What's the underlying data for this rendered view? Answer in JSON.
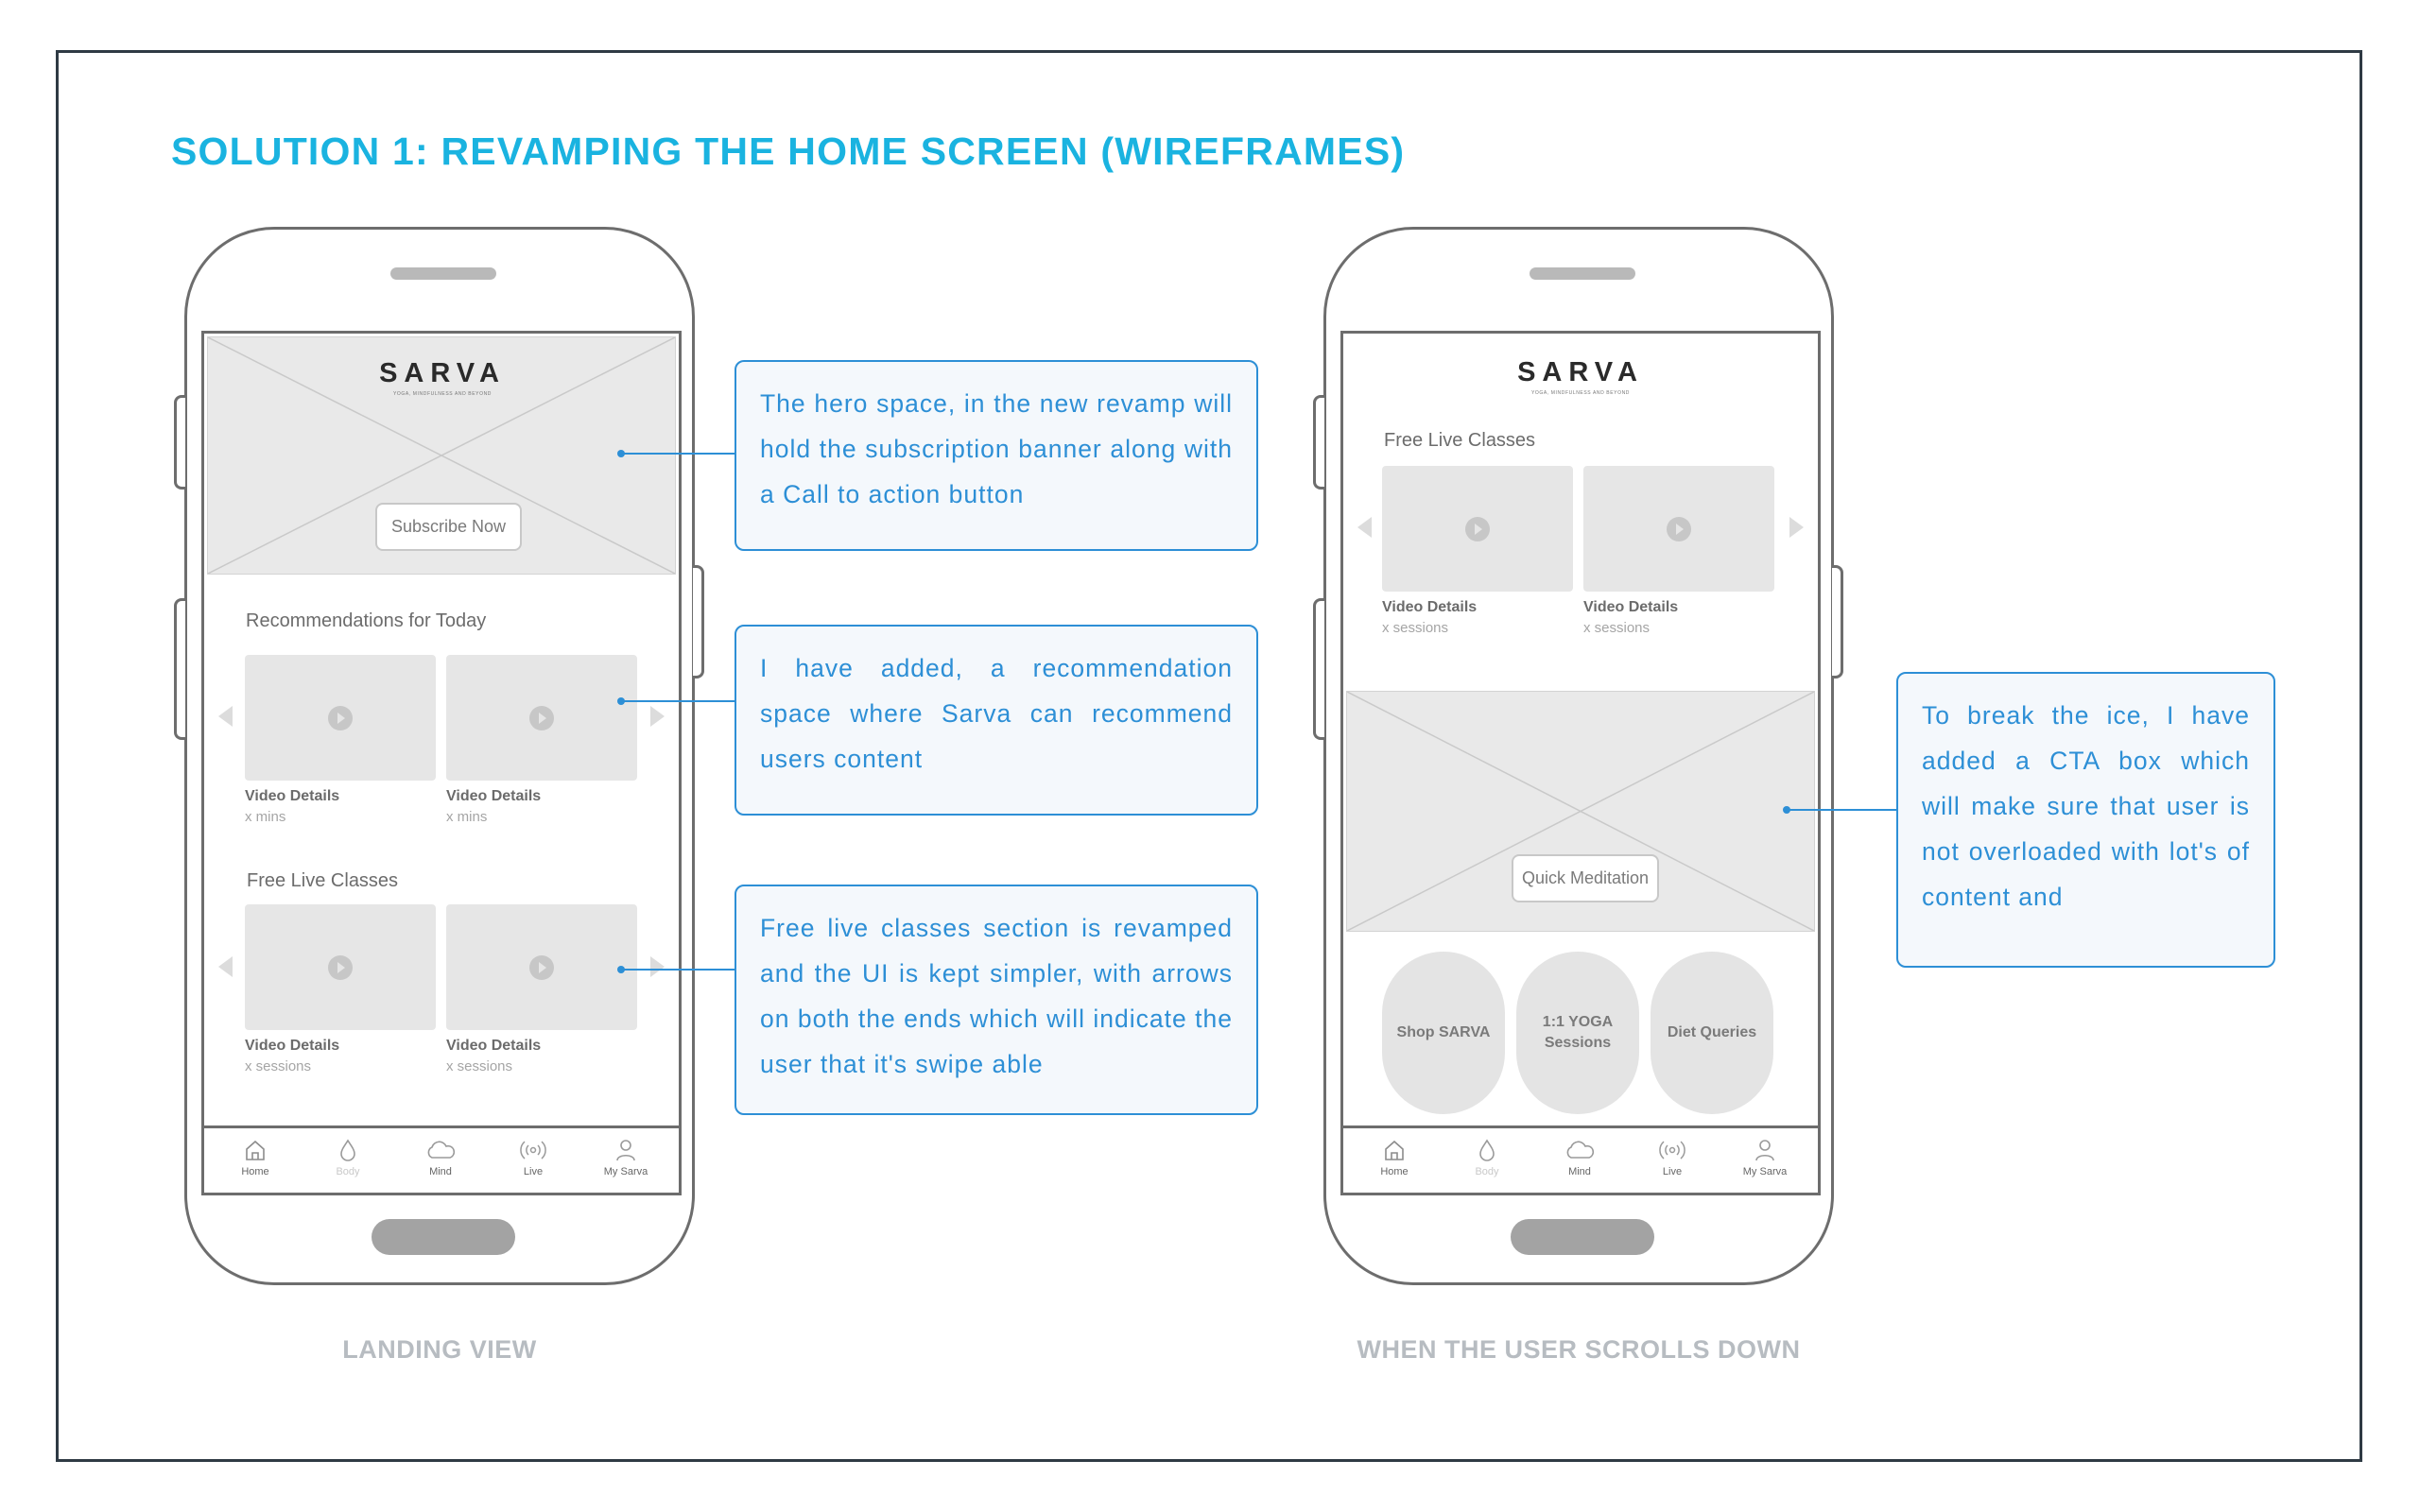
{
  "title": "SOLUTION 1: REVAMPING THE HOME SCREEN (WIREFRAMES)",
  "colors": {
    "accent": "#1ab3e0",
    "callout": "#2d8fd6",
    "outline": "#6d6d6d",
    "placeholder": "#e6e6e6"
  },
  "brand": {
    "name": "SARVA",
    "tagline": "YOGA, MINDFULNESS AND BEYOND"
  },
  "landing": {
    "caption": "LANDING VIEW",
    "hero_button": "Subscribe Now",
    "recommendations": {
      "title": "Recommendations for Today",
      "cards": [
        {
          "title": "Video Details",
          "meta": "x mins"
        },
        {
          "title": "Video Details",
          "meta": "x mins"
        }
      ]
    },
    "live": {
      "title": "Free Live Classes",
      "cards": [
        {
          "title": "Video Details",
          "meta": "x sessions"
        },
        {
          "title": "Video Details",
          "meta": "x sessions"
        }
      ]
    }
  },
  "scrolled": {
    "caption": "WHEN THE USER SCROLLS DOWN",
    "live": {
      "title": "Free Live Classes",
      "cards": [
        {
          "title": "Video Details",
          "meta": "x sessions"
        },
        {
          "title": "Video Details",
          "meta": "x sessions"
        }
      ]
    },
    "cta_button": "Quick Meditation",
    "circle_buttons": [
      "Shop SARVA",
      "1:1 YOGA Sessions",
      "Diet Queries"
    ]
  },
  "nav": [
    {
      "label": "Home",
      "icon": "home-icon"
    },
    {
      "label": "Body",
      "icon": "drop-icon"
    },
    {
      "label": "Mind",
      "icon": "cloud-icon"
    },
    {
      "label": "Live",
      "icon": "broadcast-icon"
    },
    {
      "label": "My Sarva",
      "icon": "user-icon"
    }
  ],
  "callouts": {
    "hero": "The hero space, in the new revamp will hold the subscription banner along with a Call to action button",
    "recommendation": "I have added, a recommendation space where Sarva can recommend users content",
    "live": "Free live classes section is revamped and the UI is kept simpler, with arrows on both the ends which will indicate the user that it's swipe able",
    "cta": "To break the ice, I have added a CTA box which will make sure that user is not overloaded with lot's of content and"
  }
}
